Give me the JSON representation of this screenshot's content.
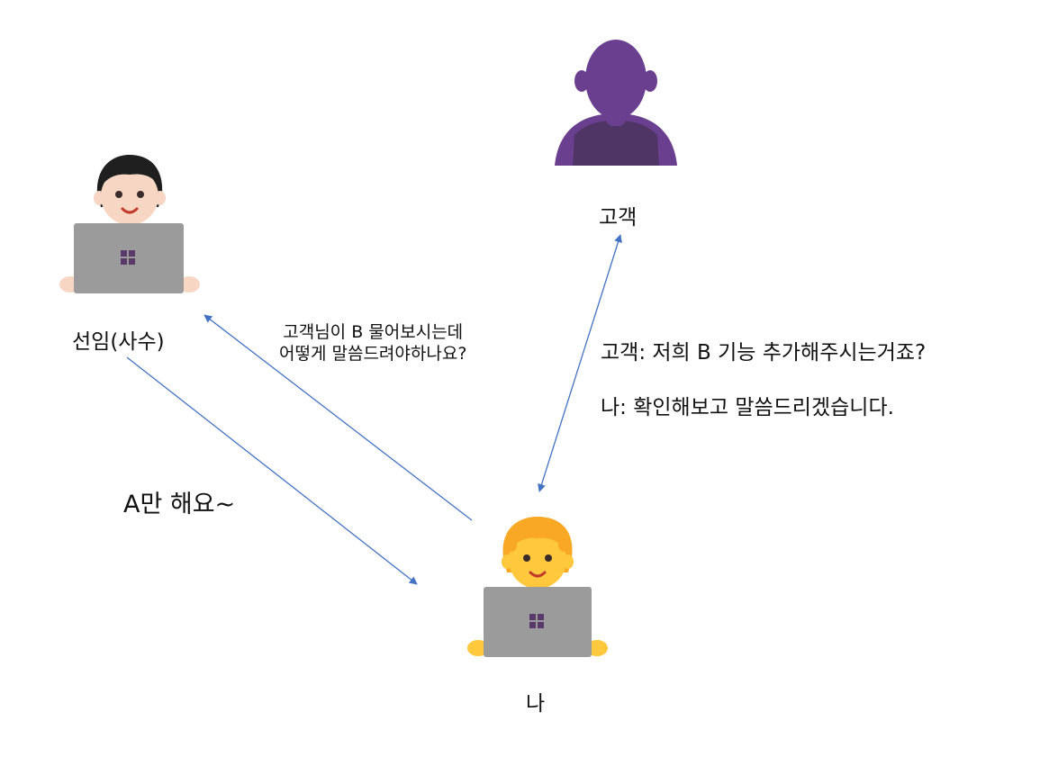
{
  "people": {
    "senior": {
      "label": "선임(사수)"
    },
    "customer": {
      "label": "고객"
    },
    "me": {
      "label": "나"
    }
  },
  "messages": {
    "ask_senior_line1": "고객님이 B 물어보시는데",
    "ask_senior_line2": "어떻게 말씀드려야하나요?",
    "senior_reply": "A만 해요~",
    "customer_says": "고객: 저희 B 기능 추가해주시는거죠?",
    "me_says": "나: 확인해보고 말씀드리겠습니다."
  },
  "colors": {
    "arrow": "#4472C4",
    "laptop": "#9b9b9b",
    "windows_logo": "#5a3a6b",
    "customer_silhouette": "#6b3f8f",
    "customer_shirt": "#4f3466",
    "me_skin": "#FFC83D",
    "me_hair": "#F9A825",
    "senior_skin": "#F7D7C4",
    "senior_hair": "#1f1f1f"
  },
  "icons": [
    "customer-silhouette-icon",
    "senior-at-laptop-icon",
    "me-at-laptop-icon",
    "windows-logo-icon"
  ]
}
